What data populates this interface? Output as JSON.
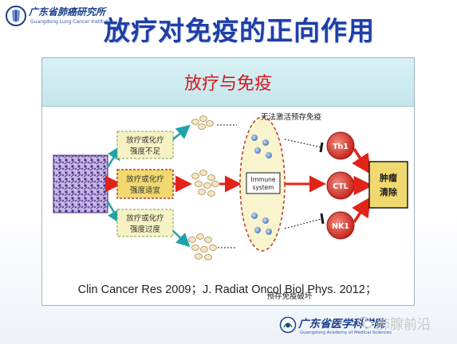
{
  "top_logo": {
    "org": "广东省肺癌研究所",
    "org_en": "Guangdong Lung Cancer Institute"
  },
  "title": "放疗对免疫的正向作用",
  "header": "放疗与免疫",
  "figure": {
    "boxes": [
      {
        "line1": "放疗或化疗",
        "line2": "强度不足"
      },
      {
        "line1": "放疗或化疗",
        "line2": "强度适宜"
      },
      {
        "line1": "放疗或化疗",
        "line2": "强度过度"
      }
    ],
    "top_caption": "无法激活预存免疫",
    "bottom_caption": "预存免疫破坏",
    "immune_label": {
      "line1": "Immune",
      "line2": "system"
    },
    "cells": [
      "Th1",
      "CTL",
      "NK1"
    ],
    "target": {
      "line1": "肿瘤",
      "line2": "清除"
    }
  },
  "citation": "Clin Cancer Res 2009；J. Radiat  Oncol Biol Phys. 2012；",
  "bottom_logo": {
    "org": "广东省医学科学院",
    "org_en": "Guangdong Academy of Medical Sciences"
  },
  "watermark": "肺腺前沿"
}
